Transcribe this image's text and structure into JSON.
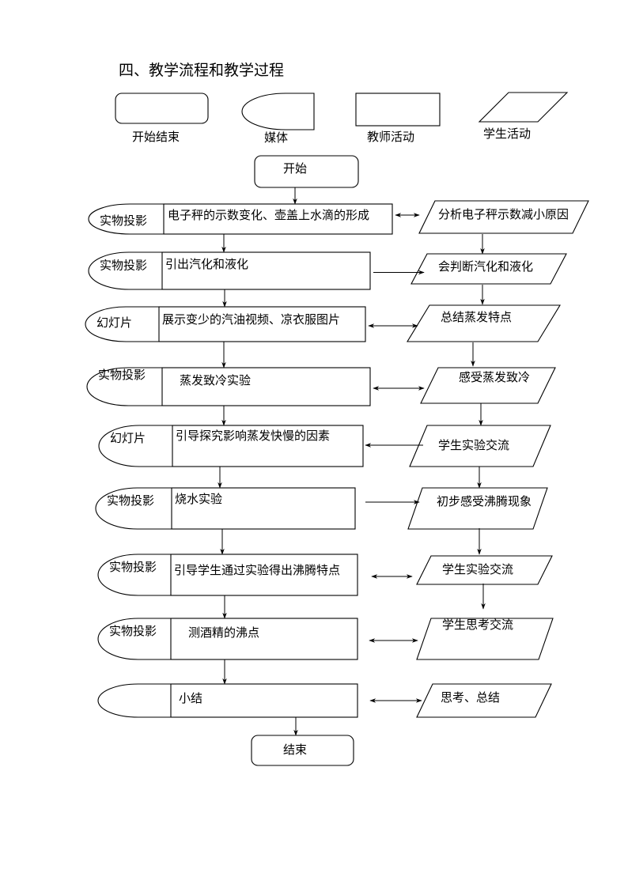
{
  "title": "四、教学流程和教学过程",
  "legend": [
    {
      "shape": "terminal",
      "label": "开始结束"
    },
    {
      "shape": "media",
      "label": "媒体"
    },
    {
      "shape": "process",
      "label": "教师活动"
    },
    {
      "shape": "parallelogram",
      "label": "学生活动"
    }
  ],
  "start_label": "开始",
  "end_label": "结束",
  "rows": [
    {
      "media": "实物投影",
      "teacher": "电子秤的示数变化、壶盖上水滴的形成",
      "link": "both",
      "student": "分析电子秤示数减小原因"
    },
    {
      "media": "实物投影",
      "teacher": "引出汽化和液化",
      "link": "to-student",
      "student": "会判断汽化和液化"
    },
    {
      "media": "幻灯片",
      "teacher": "展示变少的汽油视频、凉衣服图片",
      "link": "both",
      "student": "总结蒸发特点"
    },
    {
      "media": "实物投影",
      "teacher": "蒸发致冷实验",
      "link": "both",
      "student": "感受蒸发致冷"
    },
    {
      "media": "幻灯片",
      "teacher": "引导探究影响蒸发快慢的因素",
      "link": "to-teacher",
      "student": "学生实验交流"
    },
    {
      "media": "实物投影",
      "teacher": "烧水实验",
      "link": "to-student",
      "student": "初步感受沸腾现象"
    },
    {
      "media": "实物投影",
      "teacher": "引导学生通过实验得出沸腾特点",
      "link": "both",
      "student": "学生实验交流"
    },
    {
      "media": "实物投影",
      "teacher": "测酒精的沸点",
      "link": "both",
      "student": "学生思考交流"
    },
    {
      "media": "",
      "teacher": "小结",
      "link": "both",
      "student": "思考、总结"
    }
  ]
}
